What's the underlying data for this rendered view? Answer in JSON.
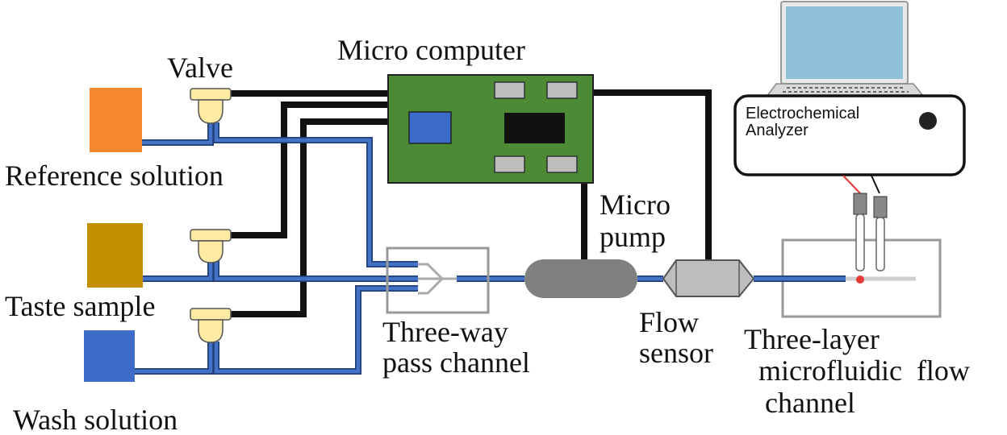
{
  "labels": {
    "micro_computer": "Micro computer",
    "valve": "Valve",
    "reference_solution": "Reference solution",
    "taste_sample": "Taste sample",
    "wash_solution": "Wash solution",
    "micro_pump_line1": "Micro",
    "micro_pump_line2": "pump",
    "three_way_line1": "Three-way",
    "three_way_line2": "pass channel",
    "flow_sensor_line1": "Flow",
    "flow_sensor_line2": "sensor",
    "flow_channel_line1": "Three-layer",
    "flow_channel_line2": "microfluidic  flow",
    "flow_channel_line3": "channel",
    "analyzer_line1": "Electrochemical",
    "analyzer_line2": "Analyzer"
  },
  "colors": {
    "reference_container": "#F5872F",
    "taste_container": "#C49000",
    "wash_container": "#3D6CC8",
    "board": "#4C8A36",
    "board_chip": "#3D6CC8",
    "tube": "#4472C4",
    "valve": "#FDEBA3",
    "pump": "#808080",
    "flow_sensor": "#BDBDBD",
    "screen": "#8EC1D8",
    "electrode_wire": "#E53935",
    "sample_spot": "#E53935"
  }
}
